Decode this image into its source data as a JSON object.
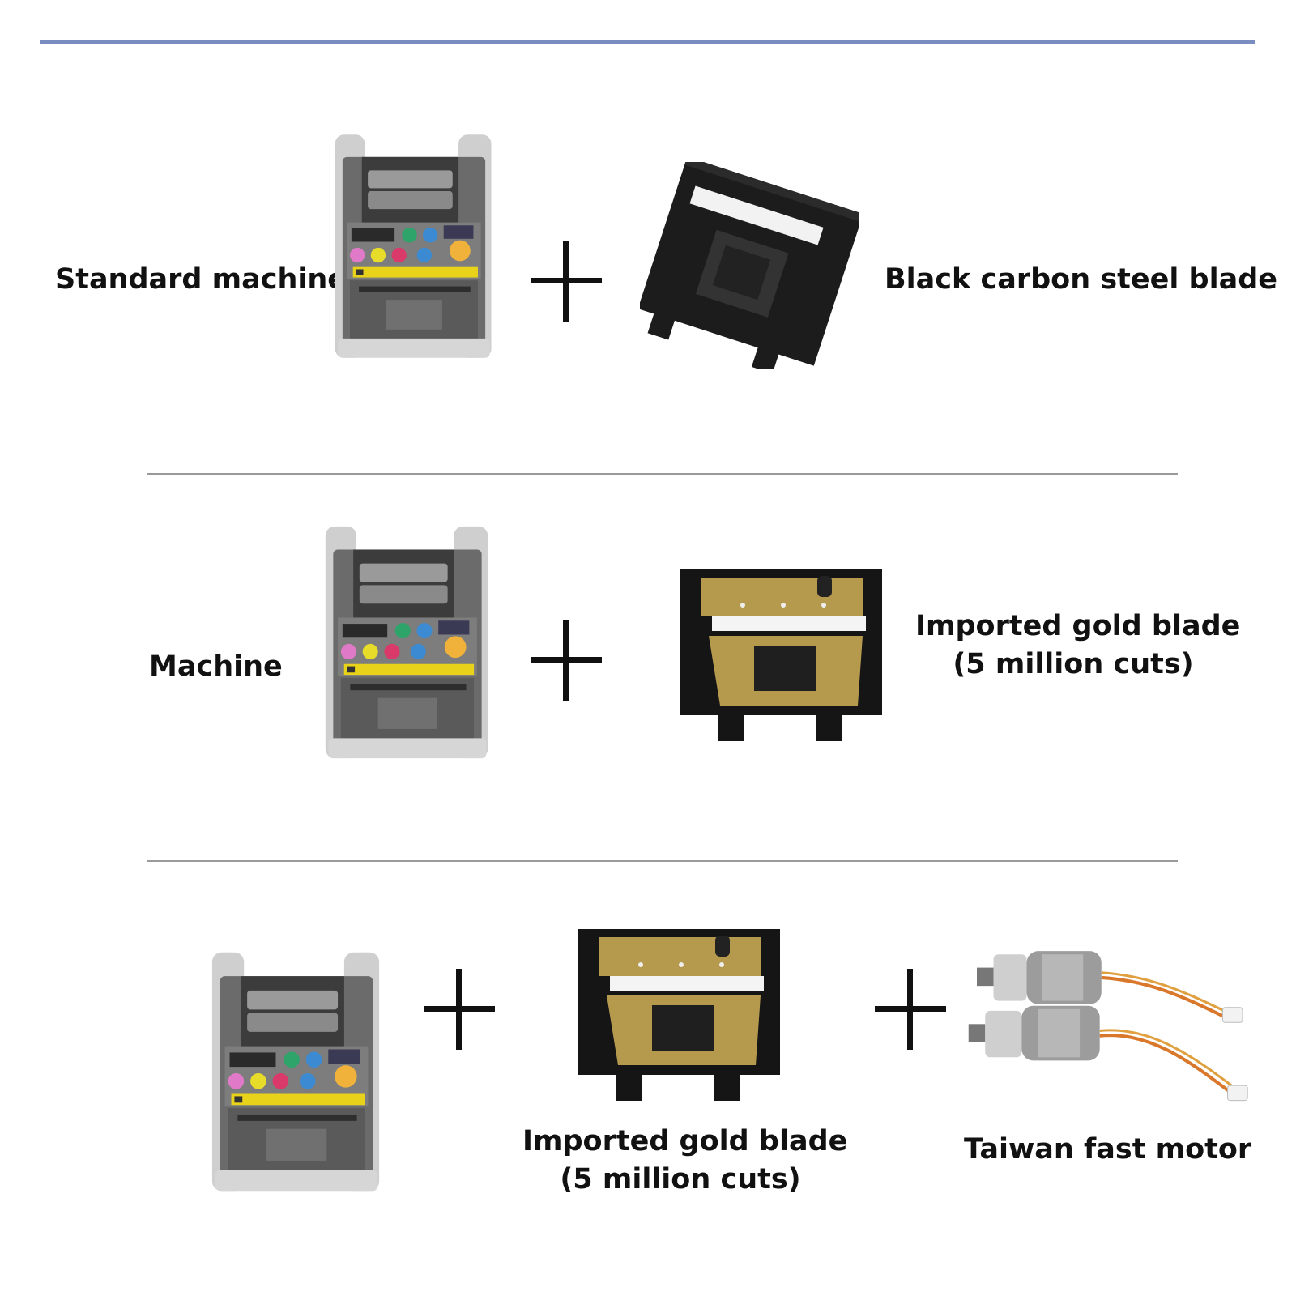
{
  "sections": [
    {
      "machine_label": "Standard machine",
      "blade_label": "Black carbon steel blade"
    },
    {
      "machine_label": "Machine",
      "blade_label_line1": "Imported gold blade",
      "blade_label_line2": "(5 million cuts)"
    },
    {
      "blade_label_line1": "Imported gold blade",
      "blade_label_line2": "(5 million cuts)",
      "motor_label": "Taiwan fast motor"
    }
  ],
  "icons": {
    "plus": "plus-icon",
    "machine": "tape-dispenser-machine-image",
    "black_blade": "black-blade-image",
    "gold_blade": "gold-blade-image",
    "motor": "motor-image"
  },
  "colors": {
    "top_rule": "#7b8cc0",
    "divider": "#9a9a9a",
    "machine_body": "#6d6d6d",
    "gold": "#b59a4e",
    "warning_label": "#e8d21a"
  }
}
